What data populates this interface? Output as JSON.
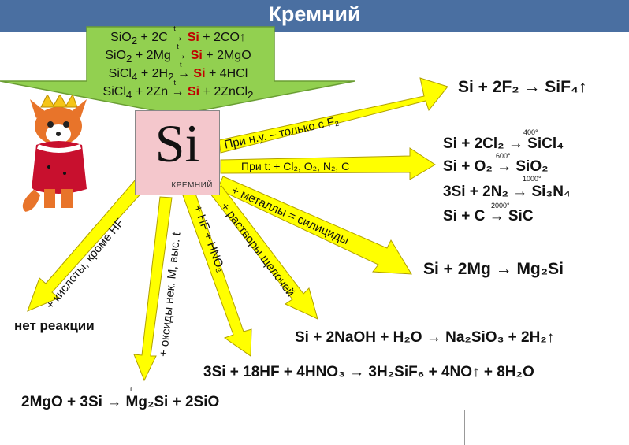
{
  "title": "Кремний",
  "element": {
    "symbol": "Si",
    "name": "КРЕМНИЙ",
    "tile_color": "#f4c7cc"
  },
  "colors": {
    "header": "#4a6fa1",
    "arrow_yellow": "#ffff00",
    "arrow_green": "#92d050",
    "highlight": "#c00000"
  },
  "synthesis": [
    {
      "pre": "SiO",
      "s1": "2",
      "mid": " + 2C ",
      "arrow": "→",
      "note": "t",
      "product": "Si",
      "post": " + 2CO↑"
    },
    {
      "pre": "SiO",
      "s1": "2",
      "mid": " + 2Mg ",
      "arrow": "→",
      "note": "t",
      "product": "Si",
      "post": " + 2MgO"
    },
    {
      "pre": "SiCl",
      "s1": "4",
      "mid": " + 2H",
      "s2": "2",
      "arrow": "→",
      "note": "t",
      "product": "Si",
      "post": " + 4HCl"
    },
    {
      "pre": "SiCl",
      "s1": "4",
      "mid": " + 2Zn ",
      "arrow": "→",
      "note": "t",
      "product": "Si",
      "post": " + 2ZnCl",
      "s3": "2"
    }
  ],
  "labels": {
    "f2": "При н.у. – только с F₂",
    "t": "При t: + Cl₂, O₂, N₂, C",
    "metals": "+ металлы = силициды",
    "alkali": "+ растворы щелочей",
    "hf": "+ HF + HNO₃",
    "oxides": "+ оксиды нек. М, выс. t",
    "acids": "+ кислоты, кроме HF"
  },
  "equations": {
    "f2": "Si + 2F₂ → SiF₄↑",
    "cl2": "Si + 2Cl₂ → SiCl₄",
    "o2": "Si + O₂ → SiO₂",
    "n2": "3Si + 2N₂ → Si₃N₄",
    "c": "Si + C → SiC",
    "mg": "Si + 2Mg → Mg₂Si",
    "naoh": "Si + 2NaOH + H₂O → Na₂SiO₃ + 2H₂↑",
    "hno3": "3Si + 18HF + 4HNO₃ → 3H₂SiF₆ + 4NO↑ + 8H₂O",
    "mgo": "2MgO + 3Si → Mg₂Si + 2SiO",
    "none": "нет реакции"
  },
  "temps": {
    "cl2": "400°",
    "o2": "600°",
    "n2": "1000°",
    "c": "2000°",
    "mgo": "t"
  },
  "mascot_icon": "fox-king-icon"
}
